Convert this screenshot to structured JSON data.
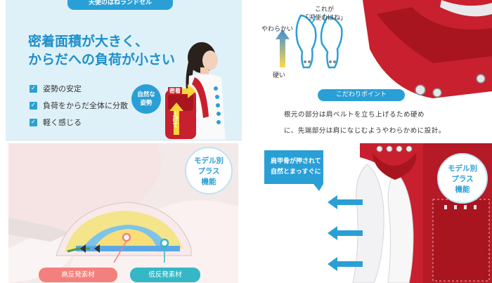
{
  "panel1": {
    "tab_title": "天使のはねランドセル",
    "headline_line1": "密着面積が大きく、",
    "headline_line2": "からだへの負荷が小さい",
    "benefits": [
      "姿勢の安定",
      "負荷をからだ全体に分散",
      "軽く感じる"
    ],
    "bubble_line1": "自然な",
    "bubble_line2": "姿勢",
    "label_close": "密着",
    "label_up": "上げて",
    "colors": {
      "accent": "#2a9fd6",
      "background": "#dff1f8",
      "bag_red": "#c8202e"
    }
  },
  "panel2": {
    "label_top_line1": "これが",
    "label_top_line2": "「天使のはね」",
    "label_soft": "やわらかい",
    "label_hard": "硬い",
    "pill": "こだわりポイント",
    "body_line1": "根元の部分は肩ベルトを立ち上げるため硬め",
    "body_line2": "に、先端部分は肩になじむようやわらかめに設計。",
    "colors": {
      "arrow_gradient_top": "#3a8fd8",
      "arrow_gradient_bottom": "#ffd84a"
    }
  },
  "panel3": {
    "badge_line1": "モデル別",
    "badge_line2": "プラス",
    "badge_line3": "機能",
    "tag_high": "高反発素材",
    "tag_low": "低反発素材",
    "colors": {
      "high": "#f3807c",
      "low": "#35b7c6",
      "foam_yellow": "#f4e48a",
      "foam_blue": "#5aa9e6"
    }
  },
  "panel4": {
    "callout_line1": "肩甲骨が押されて",
    "callout_line2": "自然とまっすぐに",
    "badge_line1": "モデル別",
    "badge_line2": "プラス",
    "badge_line3": "機能",
    "colors": {
      "arrow": "#2a9fd6",
      "bag_red": "#c8202e"
    }
  }
}
